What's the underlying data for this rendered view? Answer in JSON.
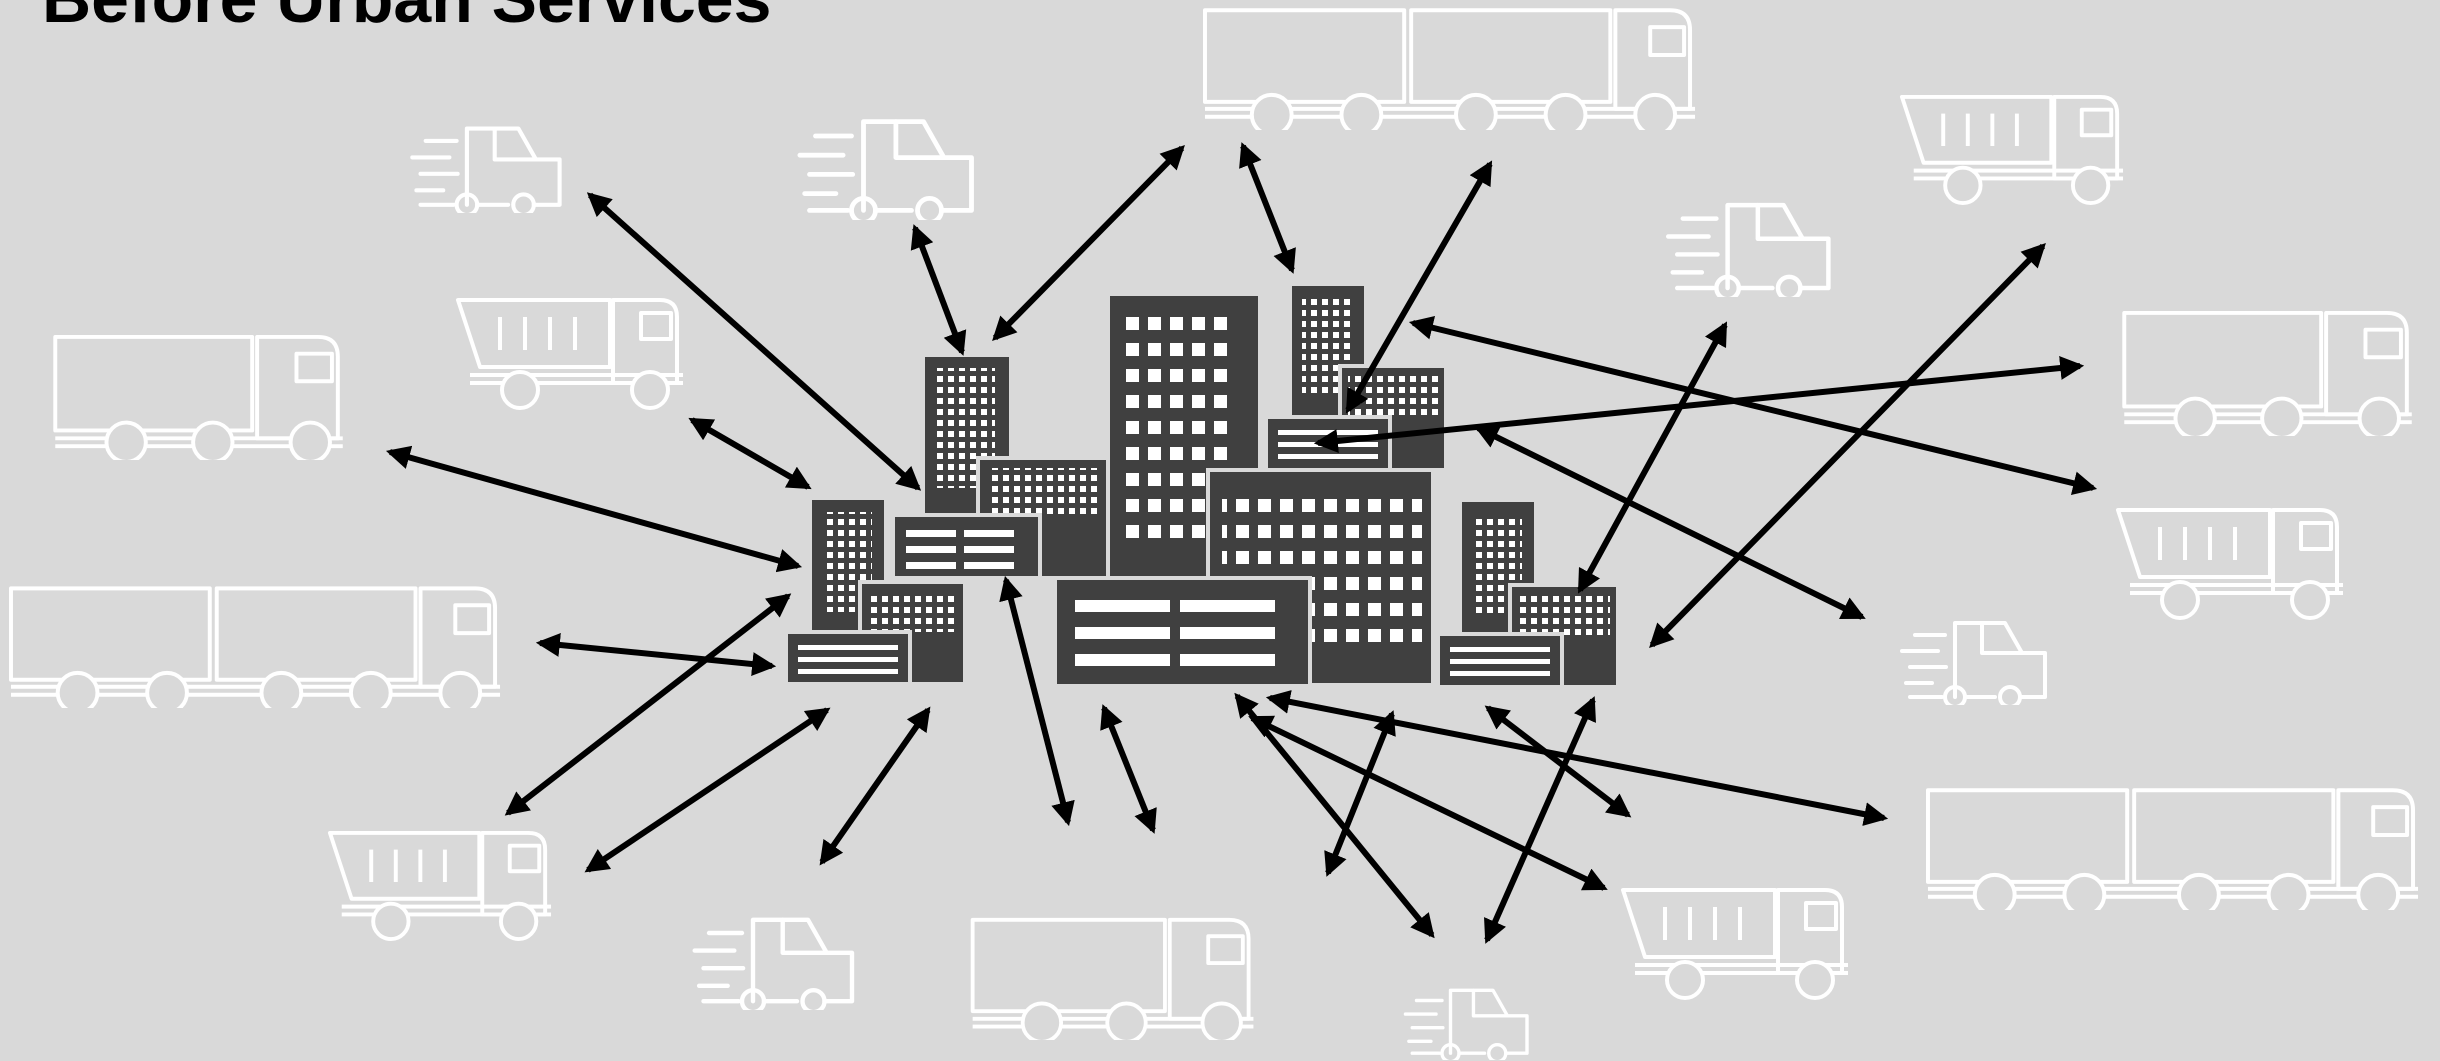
{
  "title": "Before Urban Services",
  "colors": {
    "background": "#d9d9d9",
    "truck_outline": "#ffffff",
    "building_fill": "#404040",
    "arrow": "#000000"
  },
  "central_icon": "city-buildings-icon",
  "vehicles": [
    {
      "id": "truck-1",
      "icon": "delivery-van-icon"
    },
    {
      "id": "truck-2",
      "icon": "delivery-van-icon"
    },
    {
      "id": "truck-3",
      "icon": "double-trailer-truck-icon"
    },
    {
      "id": "truck-4",
      "icon": "dump-truck-icon"
    },
    {
      "id": "truck-5",
      "icon": "box-truck-icon"
    },
    {
      "id": "truck-6",
      "icon": "dump-truck-icon"
    },
    {
      "id": "truck-7",
      "icon": "delivery-van-icon"
    },
    {
      "id": "truck-8",
      "icon": "box-truck-icon"
    },
    {
      "id": "truck-9",
      "icon": "double-trailer-truck-icon"
    },
    {
      "id": "truck-10",
      "icon": "dump-truck-icon"
    },
    {
      "id": "truck-11",
      "icon": "delivery-van-icon"
    },
    {
      "id": "truck-12",
      "icon": "dump-truck-icon"
    },
    {
      "id": "truck-13",
      "icon": "delivery-van-icon"
    },
    {
      "id": "truck-14",
      "icon": "box-truck-icon"
    },
    {
      "id": "truck-15",
      "icon": "delivery-van-icon"
    },
    {
      "id": "truck-16",
      "icon": "dump-truck-icon"
    },
    {
      "id": "truck-17",
      "icon": "double-trailer-truck-icon"
    }
  ]
}
